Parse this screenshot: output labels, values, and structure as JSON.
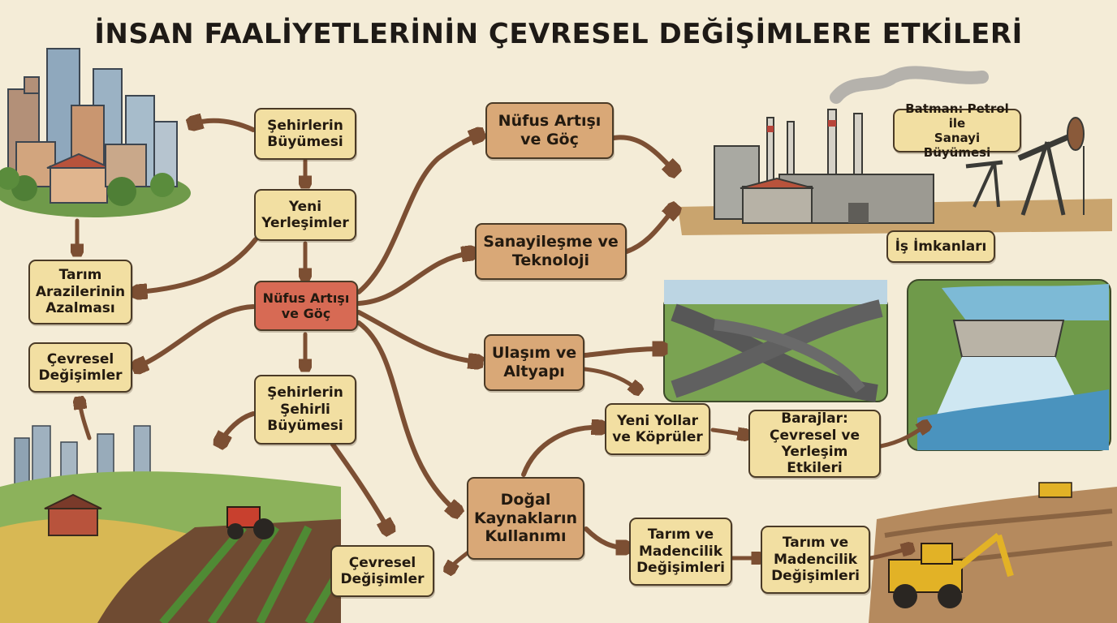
{
  "title": "İNSAN FAALİYETLERİNİN ÇEVRESEL DEĞİŞİMLERE ETKİLERİ",
  "colors": {
    "background": "#f4ecd7",
    "box_yellow": "#f2dfa2",
    "box_orange": "#d9a877",
    "box_red": "#d76a54",
    "arrow": "#7c4f33"
  },
  "nodes": {
    "sehirlerin_buyumesi": "Şehirlerin\nBüyümesi",
    "yeni_yerlesimler": "Yeni\nYerleşimler",
    "tarim_arazilerinin_azalmasi": "Tarım\nArazilerinin\nAzalması",
    "cevresel_degisimler_left": "Çevresel\nDeğişimler",
    "nufus_artisi_center": "Nüfus Artışı\nve Göç",
    "sehirlerin_sehirli_buyumesi": "Şehirlerin\nŞehirli\nBüyümesi",
    "nufus_artisi_top": "Nüfus Artışı\nve Göç",
    "sanayilesme": "Sanayileşme ve\nTeknoloji",
    "ulasim": "Ulaşım ve\nAltyapı",
    "yeni_yollar": "Yeni Yollar\nve Köprüler",
    "barajlar": "Barajlar:\nÇevresel ve\nYerleşim Etkileri",
    "dogal_kaynaklar": "Doğal\nKaynakların\nKullanımı",
    "cevresel_degisimler_bottom": "Çevresel\nDeğişimler",
    "tarim_madencilik_1": "Tarım ve\nMadencilik\nDeğişimleri",
    "tarim_madencilik_2": "Tarım ve\nMadencilik\nDeğişimleri",
    "batman": "Batman: Petrol ile\nSanayi Büyümesi",
    "is_imkanlari": "İş İmkanları"
  }
}
